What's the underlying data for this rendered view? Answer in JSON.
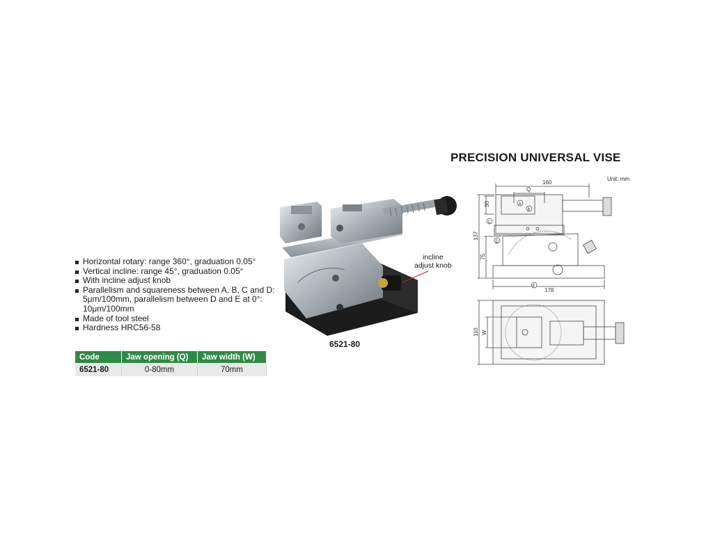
{
  "title": "PRECISION UNIVERSAL VISE",
  "unit": "Unit: mm",
  "features": [
    "Horizontal rotary: range 360°, graduation 0.05°",
    "Vertical incline: range 45°, graduation 0.05°",
    "With incline adjust knob",
    "Parallelism and squareness between A, B, C and D: 5μm/100mm, parallelism between D and E at 0°: 10μm/100mm",
    "Made of tool steel",
    "Hardness HRC56-58"
  ],
  "spec_table": {
    "headers": [
      "Code",
      "Jaw opening (Q)",
      "Jaw width (W)"
    ],
    "rows": [
      [
        "6521-80",
        "0-80mm",
        "70mm"
      ]
    ]
  },
  "photo": {
    "model": "6521-80",
    "callout_line1": "incline",
    "callout_line2": "adjust knob"
  },
  "drawing": {
    "dim_160": "160",
    "dim_q": "Q",
    "dim_30": "30",
    "dim_137": "137",
    "dim_75": "75",
    "dim_178": "178",
    "dim_110": "110",
    "dim_w": "W",
    "ref_a": "A",
    "ref_b": "B",
    "ref_c": "C",
    "ref_d": "D",
    "ref_e": "E"
  },
  "colors": {
    "table_header": "#2f8a45",
    "table_row": "#e9e9e9",
    "callout": "#cc1a1a"
  }
}
